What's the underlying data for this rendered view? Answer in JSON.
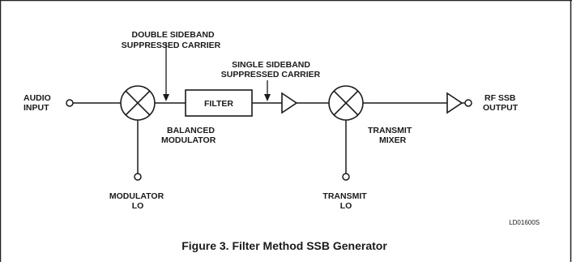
{
  "blocks": {
    "filter": "FILTER"
  },
  "labels": {
    "audio_input": [
      "AUDIO",
      "INPUT"
    ],
    "rf_output": [
      "RF SSB",
      "OUTPUT"
    ],
    "dsb": [
      "DOUBLE SIDEBAND",
      "SUPPRESSED CARRIER"
    ],
    "ssb": [
      "SINGLE SIDEBAND",
      "SUPPRESSED CARRIER"
    ],
    "balanced_modulator": [
      "BALANCED",
      "MODULATOR"
    ],
    "transmit_mixer": [
      "TRANSMIT",
      "MIXER"
    ],
    "modulator_lo": [
      "MODULATOR",
      "LO"
    ],
    "transmit_lo": [
      "TRANSMIT",
      "LO"
    ]
  },
  "drawing_code": "LD01600S",
  "caption": "Figure 3. Filter Method SSB Generator"
}
